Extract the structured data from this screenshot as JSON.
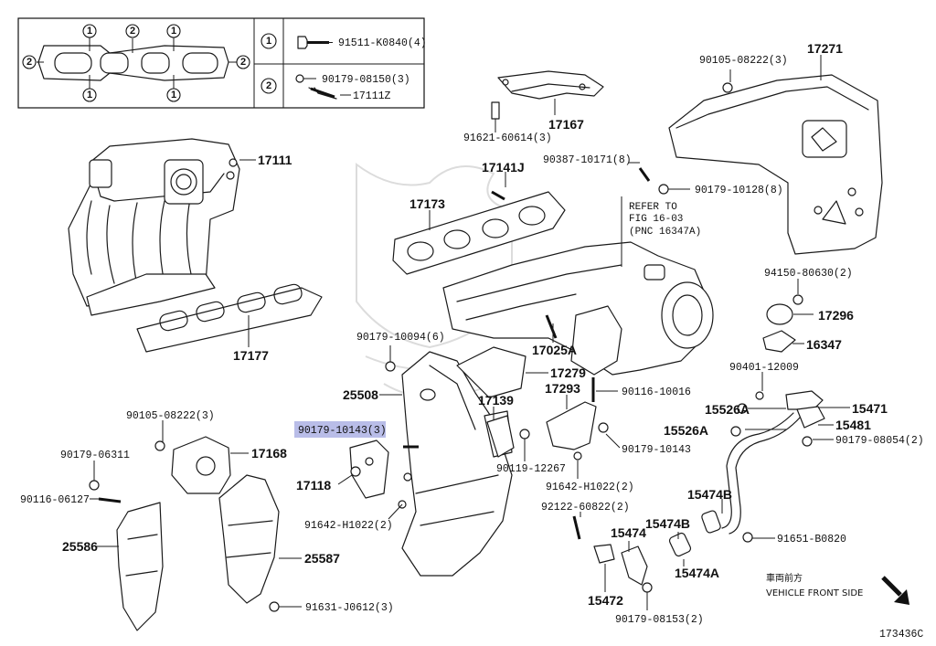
{
  "legend": {
    "items": [
      {
        "mark": "1",
        "part": "91511-K0840(4)"
      },
      {
        "mark": "2",
        "part": "90179-08150(3)",
        "part2": "17111Z"
      }
    ]
  },
  "labels": {
    "p90105_top": "90105-08222(3)",
    "p17271": "17271",
    "p17167": "17167",
    "p91621": "91621-60614(3)",
    "p17111": "17111",
    "p17141J": "17141J",
    "p90387": "90387-10171(8)",
    "p90179_10128": "90179-10128(8)",
    "refer1": "REFER TO",
    "refer2": "FIG 16-03",
    "refer3": "(PNC 16347A)",
    "p17173": "17173",
    "p94150": "94150-80630(2)",
    "p17296": "17296",
    "p16347": "16347",
    "p17177": "17177",
    "p90179_10094": "90179-10094(6)",
    "p17025A": "17025A",
    "p17279": "17279",
    "p90401": "90401-12009",
    "p25508": "25508",
    "p17139": "17139",
    "p17293": "17293",
    "p90116_10016": "90116-10016",
    "p15526A_1": "15526A",
    "p15471": "15471",
    "p90105_left": "90105-08222(3)",
    "p15526A_2": "15526A",
    "p15481": "15481",
    "p90179_10143_hl": "90179-10143(3)",
    "p17168": "17168",
    "p90179_06311": "90179-06311",
    "p90119": "90119-12267",
    "p90179_10143": "90179-10143",
    "p90179_08054": "90179-08054(2)",
    "p17118": "17118",
    "p91642_r": "91642-H1022(2)",
    "p90116_06127": "90116-06127",
    "p92122": "92122-60822(2)",
    "p15474B_1": "15474B",
    "p91642_l": "91642-H1022(2)",
    "p15474": "15474",
    "p15474B_2": "15474B",
    "p91651": "91651-B0820",
    "p25586": "25586",
    "p25587": "25587",
    "p15474A": "15474A",
    "front_jp": "車両前方",
    "front_en": "VEHICLE FRONT SIDE",
    "p15472": "15472",
    "p91631": "91631-J0612(3)",
    "p90179_08153": "90179-08153(2)",
    "figure_id": "173436C"
  },
  "colors": {
    "highlight": "#b9bde8",
    "line": "#1a1a1a"
  }
}
